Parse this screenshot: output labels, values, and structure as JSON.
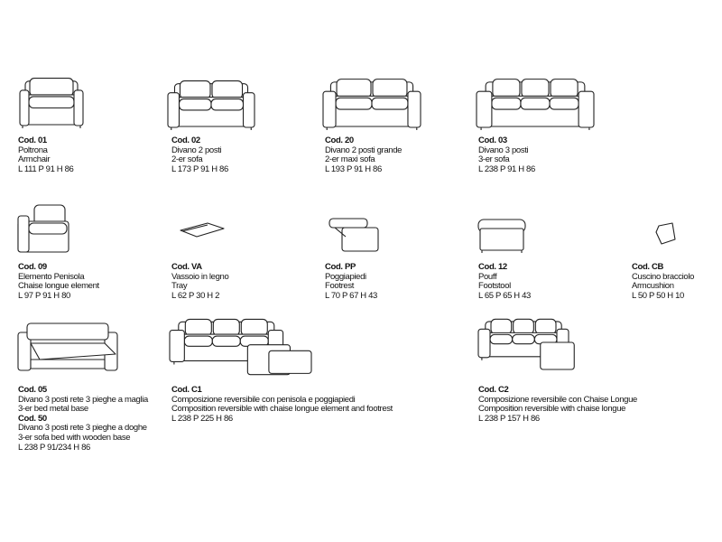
{
  "items": [
    {
      "id": "01",
      "icon": "armchair-icon",
      "lines": [
        {
          "t": "Cod. 01",
          "b": true
        },
        {
          "t": "Poltrona"
        },
        {
          "t": "Armchair"
        },
        {
          "t": "L 111  P 91  H 86"
        }
      ]
    },
    {
      "id": "02",
      "icon": "two-seat-sofa-icon",
      "lines": [
        {
          "t": "Cod. 02",
          "b": true
        },
        {
          "t": "Divano 2 posti"
        },
        {
          "t": "2-er sofa"
        },
        {
          "t": "L 173 P 91  H 86"
        }
      ]
    },
    {
      "id": "20",
      "icon": "two-seat-maxi-sofa-icon",
      "lines": [
        {
          "t": "Cod. 20",
          "b": true
        },
        {
          "t": "Divano 2 posti grande"
        },
        {
          "t": "2-er maxi sofa"
        },
        {
          "t": "L 193  P 91  H 86"
        }
      ]
    },
    {
      "id": "03",
      "icon": "three-seat-sofa-icon",
      "lines": [
        {
          "t": "Cod. 03",
          "b": true
        },
        {
          "t": "Divano 3 posti"
        },
        {
          "t": "3-er sofa"
        },
        {
          "t": "L 238  P 91  H 86"
        }
      ]
    },
    {
      "id": "09",
      "icon": "chaise-longue-element-icon",
      "lines": [
        {
          "t": "Cod. 09",
          "b": true
        },
        {
          "t": "Elemento Penisola"
        },
        {
          "t": "Chaise longue element"
        },
        {
          "t": "L 97  P 91  H 80"
        }
      ]
    },
    {
      "id": "VA",
      "icon": "tray-icon",
      "lines": [
        {
          "t": "Cod. VA",
          "b": true
        },
        {
          "t": "Vassoio in legno"
        },
        {
          "t": "Tray"
        },
        {
          "t": "L 62  P 30 H 2"
        }
      ]
    },
    {
      "id": "PP",
      "icon": "footrest-icon",
      "lines": [
        {
          "t": "Cod. PP",
          "b": true
        },
        {
          "t": "Poggiapiedi"
        },
        {
          "t": "Footrest"
        },
        {
          "t": "L 70  P 67  H 43"
        }
      ]
    },
    {
      "id": "12",
      "icon": "pouf-icon",
      "lines": [
        {
          "t": "Cod. 12",
          "b": true
        },
        {
          "t": "Pouff"
        },
        {
          "t": "Footstool"
        },
        {
          "t": "L 65  P 65  H 43"
        }
      ]
    },
    {
      "id": "CB",
      "icon": "armcushion-icon",
      "lines": [
        {
          "t": "Cod. CB",
          "b": true
        },
        {
          "t": "Cuscino bracciolo"
        },
        {
          "t": "Armcushion"
        },
        {
          "t": "L 50  P 50  H 10"
        }
      ]
    },
    {
      "id": "05",
      "icon": "sofa-bed-icon",
      "lines": [
        {
          "t": "Cod. 05",
          "b": true
        },
        {
          "t": "Divano 3 posti rete 3 pieghe a maglia"
        },
        {
          "t": "3-er bed metal base"
        },
        {
          "t": "Cod. 50",
          "b": true
        },
        {
          "t": "Divano 3 posti rete 3 pieghe a doghe"
        },
        {
          "t": "3-er sofa bed with wooden base"
        },
        {
          "t": "L 238  P 91/234  H 86"
        }
      ]
    },
    {
      "id": "C1",
      "icon": "corner-composition-footrest-icon",
      "lines": [
        {
          "t": "Cod. C1",
          "b": true
        },
        {
          "t": "Composizione reversibile con penisola e poggiapiedi"
        },
        {
          "t": "Composition reversible with chaise longue element  and  footrest"
        },
        {
          "t": "L 238  P 225  H 86"
        }
      ]
    },
    {
      "id": "C2",
      "icon": "corner-composition-chaise-icon",
      "lines": [
        {
          "t": "Cod. C2",
          "b": true
        },
        {
          "t": "Composizione reversibile con Chaise Longue"
        },
        {
          "t": "Composition reversible with chaise longue"
        },
        {
          "t": "L 238  P 157  H 86"
        }
      ]
    }
  ]
}
